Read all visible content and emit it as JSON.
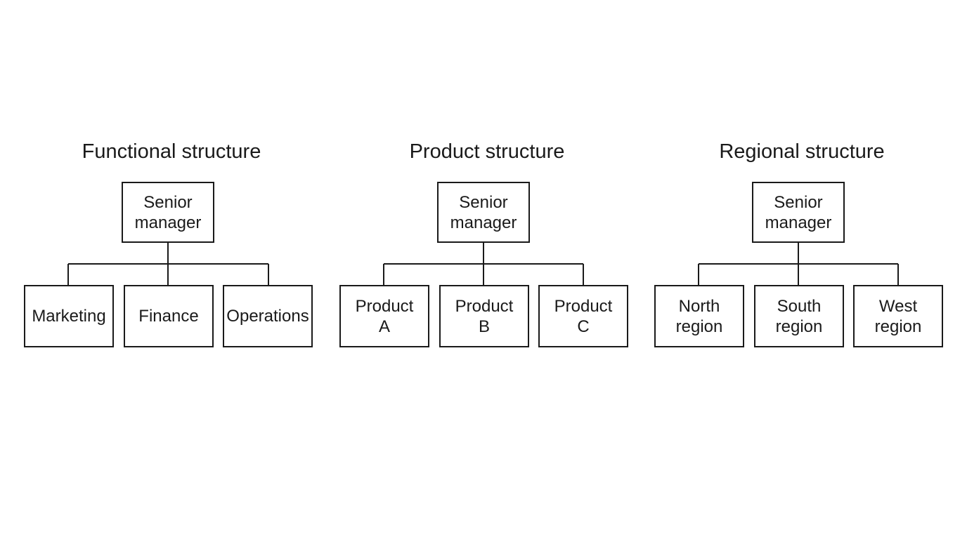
{
  "diagrams": [
    {
      "title": "Functional structure",
      "root": "Senior\nmanager",
      "children": [
        "Marketing",
        "Finance",
        "Operations"
      ]
    },
    {
      "title": "Product structure",
      "root": "Senior\nmanager",
      "children": [
        "Product\nA",
        "Product\nB",
        "Product\nC"
      ]
    },
    {
      "title": "Regional structure",
      "root": "Senior\nmanager",
      "children": [
        "North\nregion",
        "South\nregion",
        "West\nregion"
      ]
    }
  ],
  "colors": {
    "background": "#ffffff",
    "stroke": "#1a1a1a",
    "text": "#1a1a1a"
  }
}
